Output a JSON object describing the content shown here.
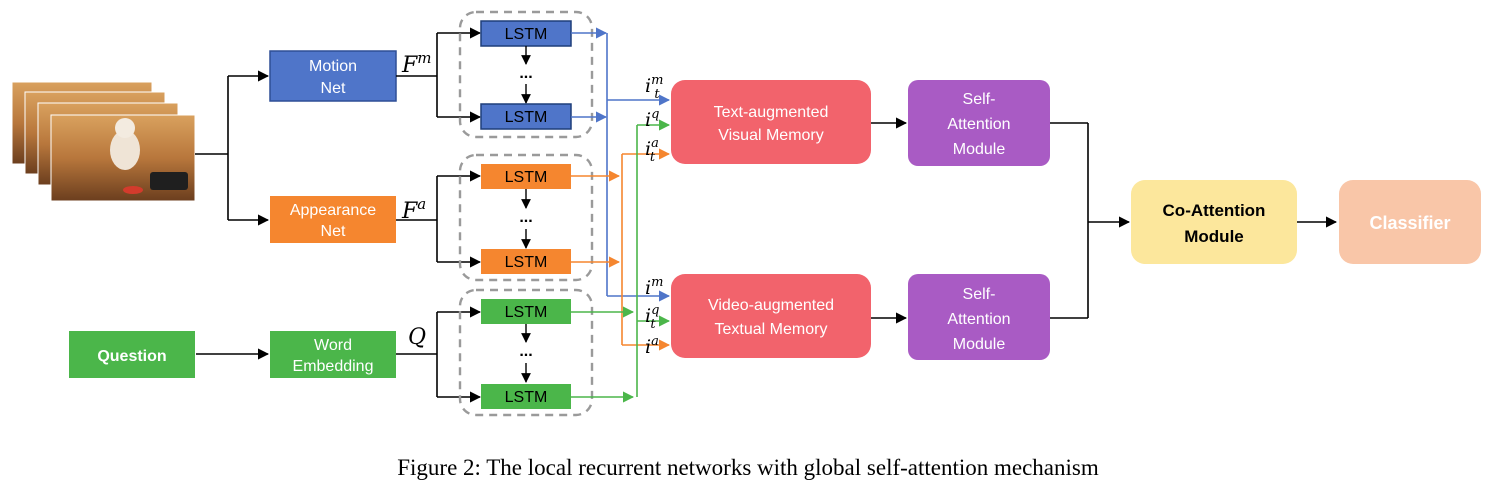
{
  "caption": "Figure 2: The local recurrent networks with global self-attention mechanism",
  "colors": {
    "motion": "#4f75c9",
    "appearance": "#f5862f",
    "word": "#4bb64a",
    "memory": "#f2636c",
    "self_attention": "#a95bc4",
    "co_attention": "#fce79c",
    "classifier": "#f9c6a8"
  },
  "input": {
    "image": "stack-of-video-frames",
    "question": "Question"
  },
  "nets": {
    "motion": [
      "Motion",
      "Net"
    ],
    "appearance": [
      "Appearance",
      "Net"
    ],
    "word": [
      "Word",
      "Embedding"
    ]
  },
  "features": {
    "motion": {
      "base": "F",
      "sup": "m"
    },
    "appearance": {
      "base": "F",
      "sup": "a"
    },
    "question": {
      "base": "Q",
      "sup": ""
    }
  },
  "lstm": {
    "label": "LSTM",
    "ellipsis": "..."
  },
  "memories": {
    "visual": [
      "Text-augmented",
      "Visual Memory"
    ],
    "textual": [
      "Video-augmented",
      "Textual Memory"
    ]
  },
  "memory_inputs": {
    "visual": [
      {
        "base": "i",
        "sup": "m",
        "sub": "t"
      },
      {
        "base": "i",
        "sup": "q",
        "sub": ""
      },
      {
        "base": "i",
        "sup": "a",
        "sub": "t"
      }
    ],
    "textual": [
      {
        "base": "i",
        "sup": "m",
        "sub": ""
      },
      {
        "base": "i",
        "sup": "q",
        "sub": "t"
      },
      {
        "base": "i",
        "sup": "a",
        "sub": ""
      }
    ]
  },
  "self_attention": [
    "Self-",
    "Attention",
    "Module"
  ],
  "co_attention": [
    "Co-Attention",
    "Module"
  ],
  "classifier": "Classifier"
}
